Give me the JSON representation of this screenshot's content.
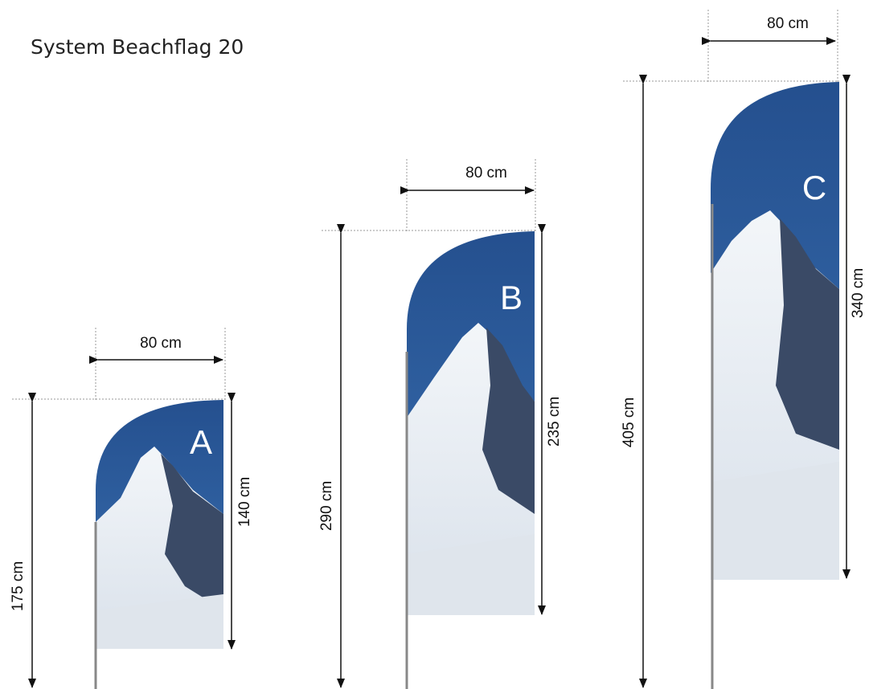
{
  "title": "System Beachflag 20",
  "colors": {
    "flag_sky": "#2f5f9e",
    "snow": "#eef2f6",
    "rock": "#3a4a66",
    "pole": "#8a8a8a",
    "dim_line": "#111111",
    "guide_line": "#999999"
  },
  "flags": [
    {
      "id": "A",
      "letter": "A",
      "width_label": "80 cm",
      "flag_height_label": "140 cm",
      "total_height_label": "175 cm"
    },
    {
      "id": "B",
      "letter": "B",
      "width_label": "80 cm",
      "flag_height_label": "235 cm",
      "total_height_label": "290 cm"
    },
    {
      "id": "C",
      "letter": "C",
      "width_label": "80 cm",
      "flag_height_label": "340 cm",
      "total_height_label": "405 cm"
    }
  ]
}
